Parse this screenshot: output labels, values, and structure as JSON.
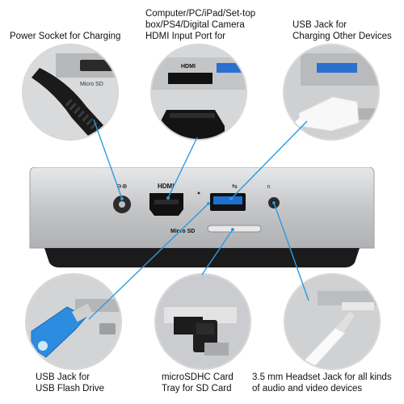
{
  "callouts": {
    "power": {
      "caption": "Power Socket for Charging",
      "port_label": "Micro SD"
    },
    "hdmi": {
      "caption_lines": [
        "Computer/PC/iPad/Set-top",
        "box/PS4/Digital Camera",
        "HDMI Input Port for"
      ],
      "port_label": "HDMI"
    },
    "usb_charge": {
      "caption_lines": [
        "USB Jack for",
        "Charging Other Devices"
      ]
    },
    "usb_flash": {
      "caption_lines": [
        "USB Jack for",
        "USB Flash Drive"
      ]
    },
    "sd": {
      "caption_lines": [
        "microSDHC Card",
        "Tray for SD Card"
      ]
    },
    "headset": {
      "caption_lines": [
        "3.5 mm Headset Jack for all kinds",
        "of audio and video devices"
      ]
    }
  },
  "device": {
    "hdmi_label": "HDMI",
    "sd_label": "Micro SD",
    "usb_symbol": "⇆",
    "power_symbol": "⊖⊕",
    "headphone_symbol": "🎧"
  },
  "colors": {
    "leader": "#2a9be0",
    "body_silver": "#c9cacc",
    "body_dark": "#2b2b2b",
    "usb_blue": "#1f6fd1"
  }
}
